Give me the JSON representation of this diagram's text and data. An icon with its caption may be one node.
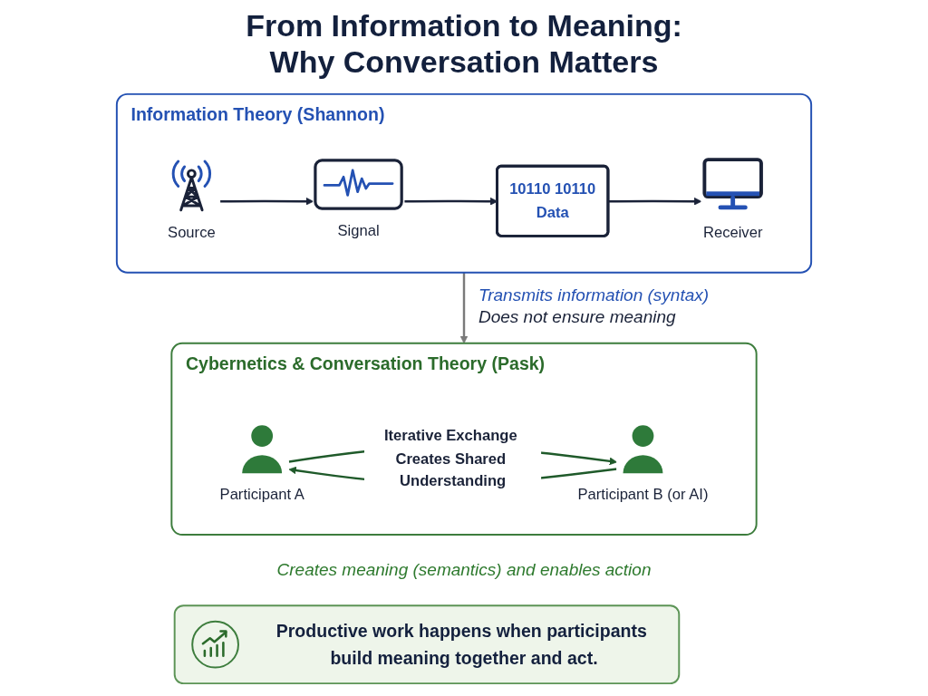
{
  "diagram": {
    "title": "From Information to Meaning: Why Conversation Matters",
    "nodes": [
      {
        "text": [
          "Information Theory (Shannon)"
        ]
      },
      {
        "text": [
          "Source"
        ],
        "in": 0
      },
      {
        "text": [
          "Signal"
        ],
        "in": 0
      },
      {
        "text": [
          "10110 10110",
          "Data"
        ],
        "in": 0
      },
      {
        "text": [
          "Receiver"
        ],
        "in": 0
      },
      {
        "text": [
          "Cybernetics & Conversation Theory (Pask)"
        ]
      },
      {
        "text": [
          "Participant A"
        ],
        "in": 5
      },
      {
        "text": [
          "Participant B (or AI)"
        ],
        "in": 5
      },
      {
        "text": [
          "Productive work happens when participants build meaning together and act."
        ]
      }
    ],
    "edges": [
      {
        "from": 1,
        "to": 2,
        "arrow": "to"
      },
      {
        "from": 2,
        "to": 3,
        "arrow": "to"
      },
      {
        "from": 3,
        "to": 4,
        "arrow": "to"
      },
      {
        "from": 0,
        "to": 5,
        "arrow": "to",
        "color": "#7a7a7a"
      },
      {
        "from": 6,
        "to": 7,
        "arrow": "to",
        "label": "Iterative Exchange Creates Shared Understanding",
        "color": "#1f5a2a"
      },
      {
        "from": 7,
        "to": 6,
        "arrow": "to",
        "color": "#1f5a2a"
      }
    ],
    "labels": [
      "Transmits information (syntax)",
      "Does not ensure meaning",
      "Creates meaning (semantics) and enables action"
    ]
  }
}
